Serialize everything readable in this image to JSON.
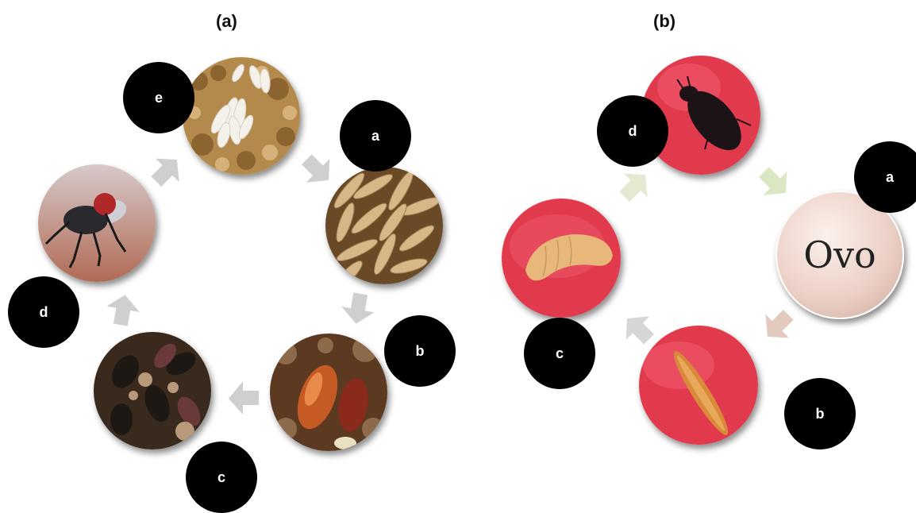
{
  "panels": {
    "a": {
      "title": "(a)",
      "labels": {
        "e": "e",
        "a": "a",
        "b": "b",
        "c": "c",
        "d": "d"
      }
    },
    "b": {
      "title": "(b)",
      "labels": {
        "d": "d",
        "a": "a",
        "b": "b",
        "c": "c"
      },
      "egg_text": "Ovo"
    }
  }
}
